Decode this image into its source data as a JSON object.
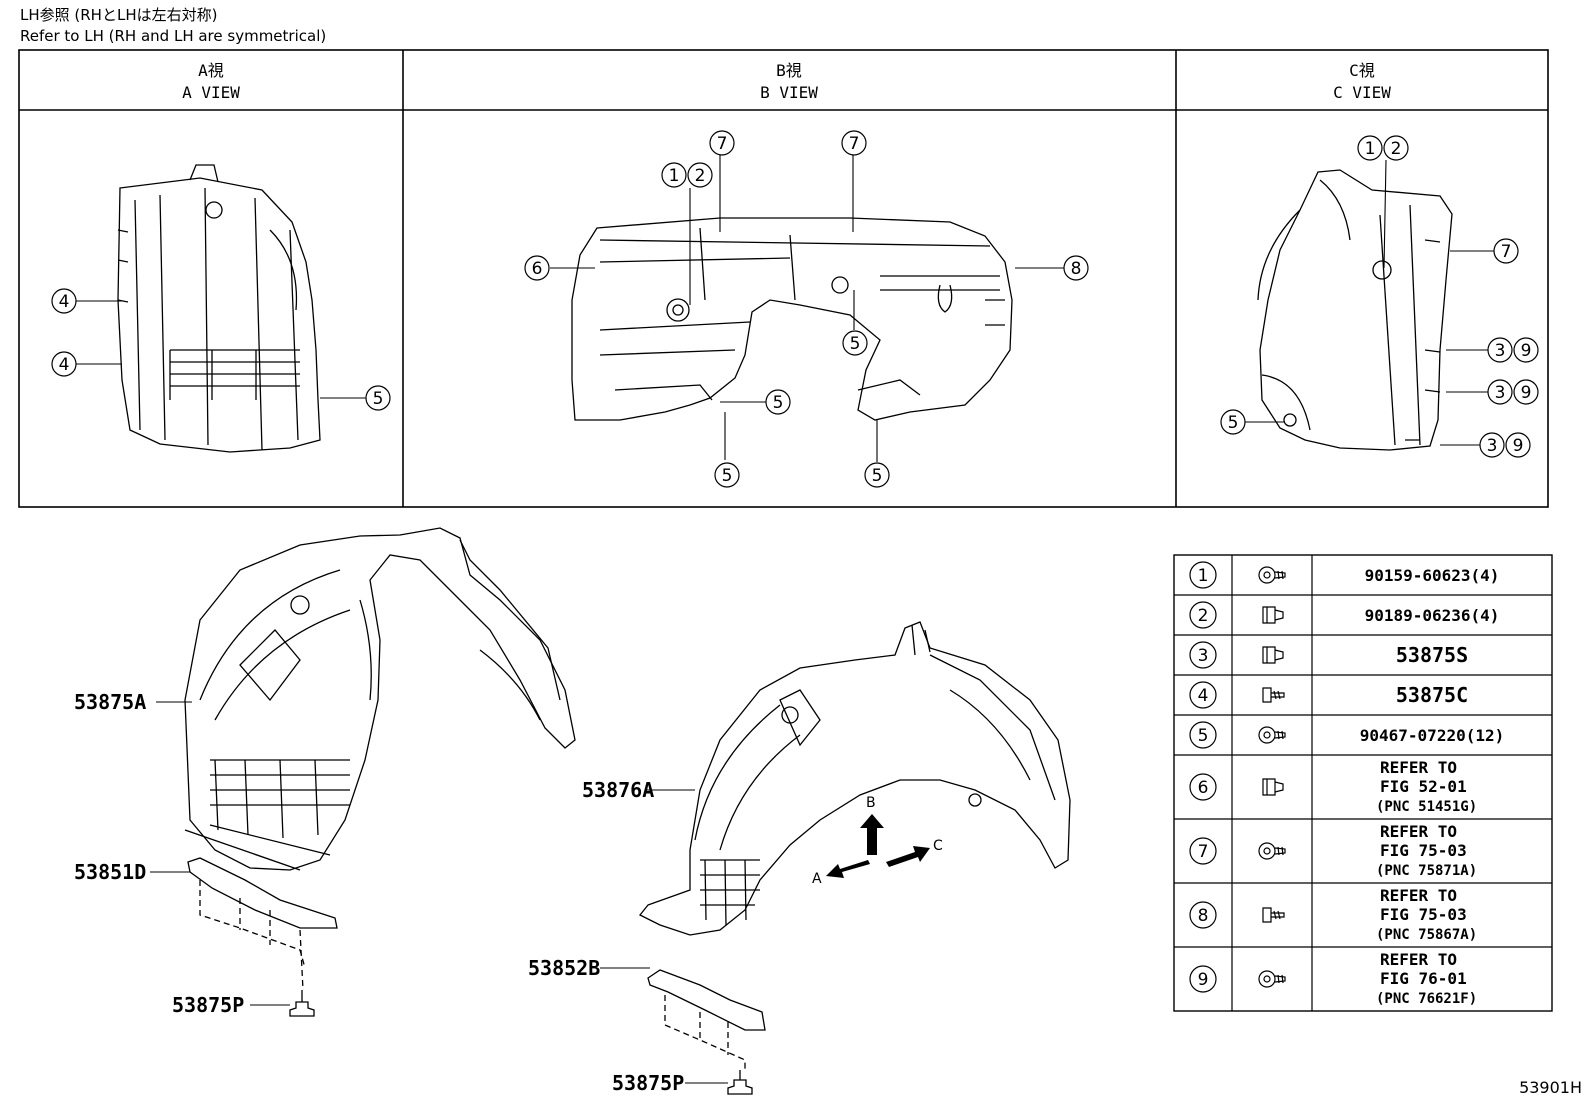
{
  "notes": {
    "jp": "LH参照 (RHとLHは左右対称)",
    "en": "Refer to LH (RH and LH are symmetrical)"
  },
  "views": [
    {
      "jp": "A視",
      "en": "A VIEW"
    },
    {
      "jp": "B視",
      "en": "B VIEW"
    },
    {
      "jp": "C視",
      "en": "C VIEW"
    }
  ],
  "view_a_callouts": [
    "4",
    "4",
    "5"
  ],
  "view_b_callouts": [
    "1",
    "2",
    "7",
    "7",
    "6",
    "8",
    "5",
    "5",
    "5",
    "5"
  ],
  "view_c_callouts": [
    "1",
    "2",
    "7",
    "3",
    "9",
    "3",
    "9",
    "3",
    "9",
    "5"
  ],
  "part_labels": {
    "liner_front_upper": "53875A",
    "liner_front_lower": "53876A",
    "seal_left": "53851D",
    "seal_right": "53852B",
    "clip_left": "53875P",
    "clip_right": "53875P"
  },
  "direction_arrows": {
    "a": "A",
    "b": "B",
    "c": "C"
  },
  "fasteners": [
    {
      "num": "1",
      "icon": "screw-grommet-icon",
      "text": [
        "90159-60623(4)"
      ]
    },
    {
      "num": "2",
      "icon": "push-clip-icon",
      "text": [
        "90189-06236(4)"
      ]
    },
    {
      "num": "3",
      "icon": "push-clip-icon",
      "text": [
        "53875S"
      ]
    },
    {
      "num": "4",
      "icon": "screw-icon",
      "text": [
        "53875C"
      ]
    },
    {
      "num": "5",
      "icon": "screw-grommet-icon",
      "text": [
        "90467-07220(12)"
      ]
    },
    {
      "num": "6",
      "icon": "push-clip-icon",
      "text": [
        "REFER TO",
        "FIG 52-01",
        "(PNC 51451G)"
      ]
    },
    {
      "num": "7",
      "icon": "screw-grommet-icon",
      "text": [
        "REFER TO",
        "FIG 75-03",
        "(PNC 75871A)"
      ]
    },
    {
      "num": "8",
      "icon": "screw-icon",
      "text": [
        "REFER TO",
        "FIG 75-03",
        "(PNC 75867A)"
      ]
    },
    {
      "num": "9",
      "icon": "screw-grommet-icon",
      "text": [
        "REFER TO",
        "FIG 76-01",
        "(PNC 76621F)"
      ]
    }
  ],
  "figure_code": "53901H"
}
